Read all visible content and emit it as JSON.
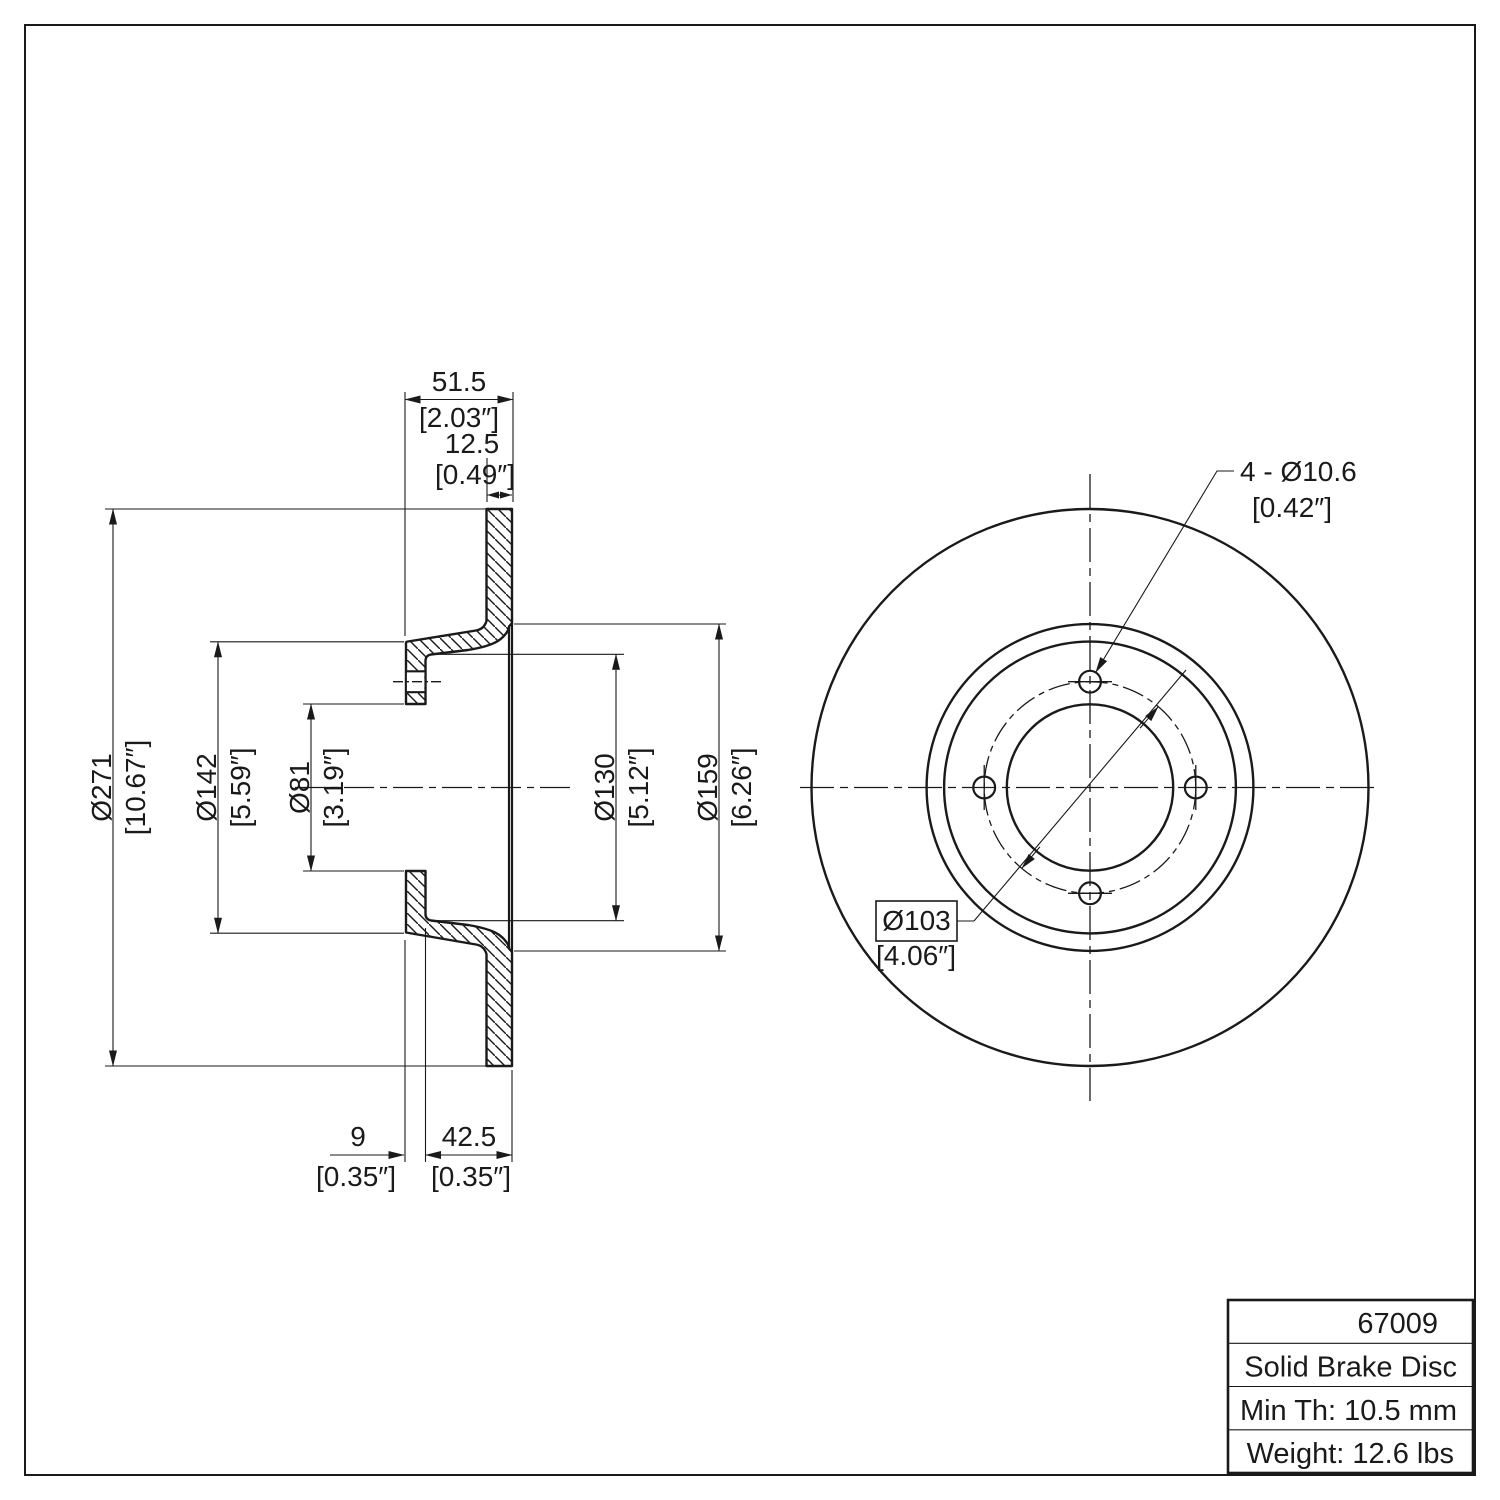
{
  "drawing": {
    "section_view": {
      "dims": {
        "width_total": {
          "mm": "51.5",
          "in": "[2.03″]"
        },
        "disc_thickness": {
          "mm": "12.5",
          "in": "[0.49″]"
        },
        "outer_diameter": {
          "mm": "Ø271",
          "in": "[10.67″]"
        },
        "flange_diameter": {
          "mm": "Ø142",
          "in": "[5.59″]"
        },
        "bore_diameter": {
          "mm": "Ø81",
          "in": "[3.19″]"
        },
        "inner_diameter": {
          "mm": "Ø130",
          "in": "[5.12″]"
        },
        "ridge_diameter": {
          "mm": "Ø159",
          "in": "[6.26″]"
        },
        "flange_offset": {
          "mm": "9",
          "in": "[0.35″]"
        },
        "hat_depth": {
          "mm": "42.5",
          "in": "[0.35″]"
        }
      }
    },
    "front_view": {
      "bolt_holes": {
        "mm": "4 - Ø10.6",
        "in": "[0.42″]"
      },
      "bolt_circle": {
        "mm": "Ø103",
        "in": "[4.06″]"
      }
    },
    "title_block": {
      "part_number": "67009",
      "part_name": "Solid Brake Disc",
      "min_thickness": "Min Th: 10.5 mm",
      "weight": "Weight: 12.6 lbs"
    },
    "colors": {
      "line": "#1a1a1a",
      "background": "#ffffff"
    }
  }
}
